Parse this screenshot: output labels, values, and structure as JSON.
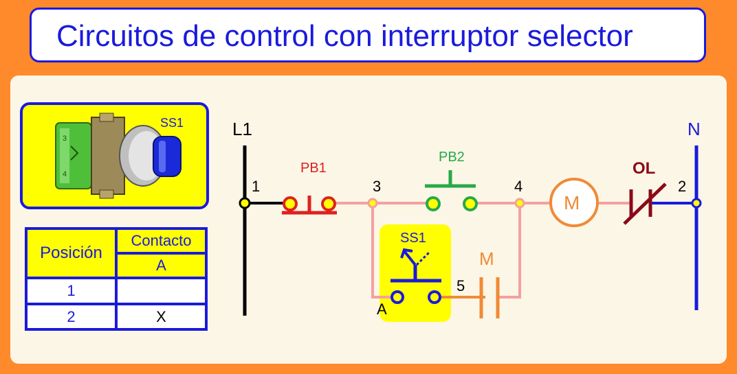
{
  "title": "Circuitos de control con  interruptor selector",
  "photo": {
    "label": "SS1",
    "terminal_3": "3",
    "terminal_4": "4"
  },
  "table": {
    "header_position": "Posición",
    "header_contact": "Contacto",
    "header_contact_col": "A",
    "rows": [
      {
        "position": "1",
        "contact_a": ""
      },
      {
        "position": "2",
        "contact_a": "X"
      }
    ]
  },
  "diagram": {
    "line_l1": "L1",
    "line_n": "N",
    "node_1": "1",
    "node_2": "2",
    "node_3": "3",
    "node_4": "4",
    "node_5": "5",
    "pb1": "PB1",
    "pb2": "PB2",
    "ss1": "SS1",
    "ss1_contact": "A",
    "motor": "M",
    "motor_contact": "M",
    "overload": "OL"
  },
  "colors": {
    "blue": "#1a1adc",
    "orange": "#f08a36",
    "pink": "#f4a0a0",
    "red": "#e02020",
    "green": "#27a84a",
    "yellow": "#ffff00",
    "maroon": "#8b0a1a"
  }
}
